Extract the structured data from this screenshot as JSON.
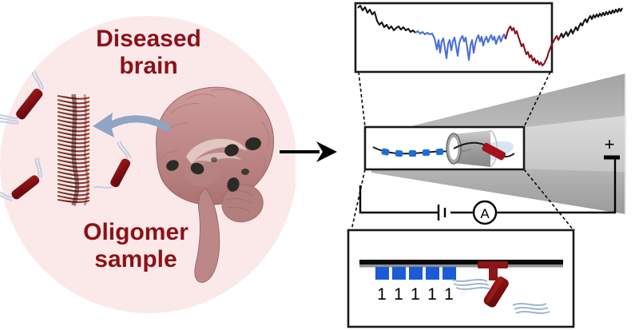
{
  "figure": {
    "kind": "scientific-schematic",
    "background": "#ffffff"
  },
  "left_panel": {
    "name": "diseased-brain-sample-circle",
    "circle_fill": "#FBE9EA",
    "title_top_line1": "Diseased",
    "title_top_line2": "brain",
    "title_bottom_line1": "Oligomer",
    "title_bottom_line2": "sample",
    "title_color": "#8C1117",
    "brain": {
      "label": "brain-illustration",
      "fill": "#C08C8C",
      "fill_dark": "#A87070",
      "plaque_color": "#2B2B26",
      "plaque_count": 7
    },
    "fibril": {
      "label": "amyloid-fibril",
      "color": "#7A2B24",
      "turns": 26
    },
    "oligomers": {
      "label": "free-oligomer",
      "rod_color": "#8B1A1A",
      "tail_color": "#C3CEE0",
      "count": 3
    },
    "curved_arrow": {
      "label": "brain-to-fibril-arrow",
      "color": "#8FA5C4"
    }
  },
  "transition_arrow": {
    "name": "process-arrow",
    "color": "#000000",
    "direction": "right"
  },
  "right_panel": {
    "trace_panel": {
      "name": "current-trace-panel",
      "border": "#1A1A1A",
      "background": "#FFFFFF",
      "segments": [
        {
          "name": "open-pore-baseline-start",
          "color": "#141414"
        },
        {
          "name": "peptide-translocation",
          "color": "#4A6FD8"
        },
        {
          "name": "oligomer-blockade",
          "color": "#8B1020"
        },
        {
          "name": "open-pore-baseline-end",
          "color": "#141414"
        }
      ]
    },
    "pore_panel": {
      "name": "nanopore-closeup-panel",
      "border": "#1A1A1A",
      "strand_color": "#1A1A1A",
      "bead_color": "#1B6FD6",
      "bead_count": 5,
      "oligomer_rod_color": "#A60F1E",
      "oligomer_tail_color": "#B9C9E4",
      "pore_color": "#8C8C8C"
    },
    "funnel": {
      "name": "nanopipette-funnel",
      "color_light": "#D5D5D5",
      "color_mid": "#B5B5B5",
      "color_dark": "#9A9A9A"
    },
    "circuit": {
      "name": "measurement-circuit",
      "plus_label": "+",
      "ammeter_label": "A",
      "wire_color": "#000000"
    },
    "detail_panel": {
      "name": "molecular-detail-panel",
      "border": "#1A1A1A",
      "membrane_color": "#0A0A0A",
      "membrane_shadow": "#8F8F8F",
      "block_color": "#1B5BD6",
      "block_count": 5,
      "digit_labels": [
        "1",
        "1",
        "1",
        "1",
        "1"
      ],
      "oligomer_color": "#8C1515",
      "oligomer_color_dark": "#6E0F10",
      "tail_color": "#9FB3D4"
    }
  }
}
